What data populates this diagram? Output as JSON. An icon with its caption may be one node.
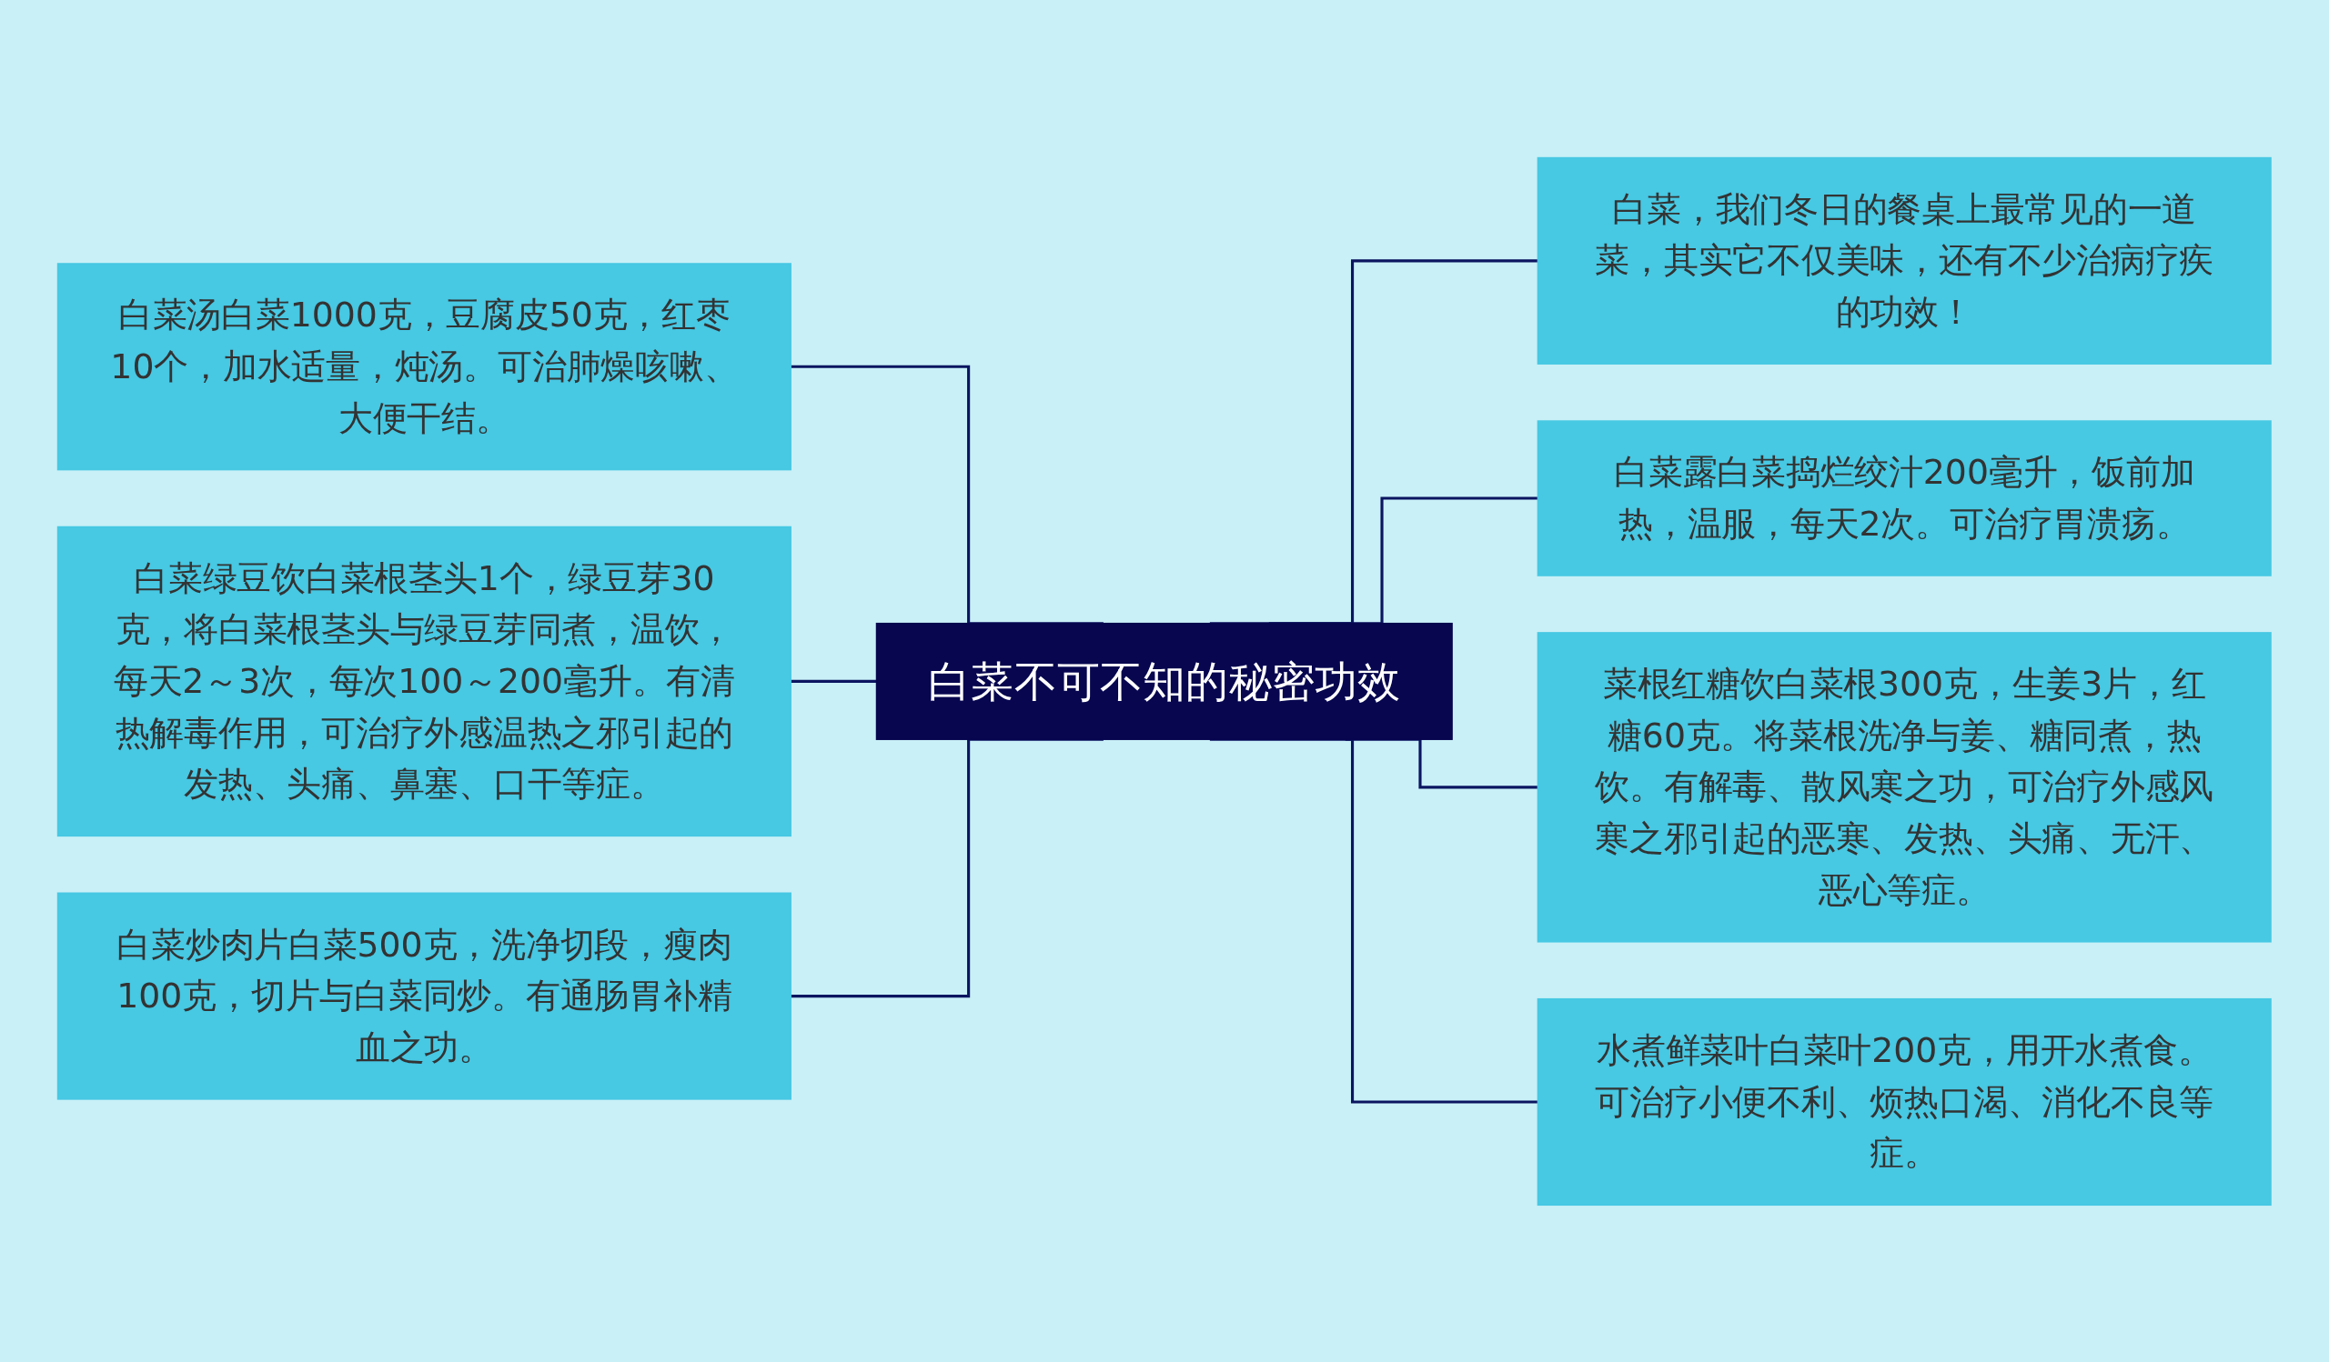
{
  "diagram": {
    "nodes": [
      {
        "text": [
          "白菜不可不知的秘密功效"
        ]
      },
      {
        "text": [
          "白菜汤白菜1000克，豆腐皮50克，红枣10个，加水适量，炖汤。可治肺燥咳嗽、大便干结。"
        ]
      },
      {
        "text": [
          "白菜绿豆饮白菜根茎头1个，绿豆芽30克，将白菜根茎头与绿豆芽同煮，温饮，每天2～3次，每次100～200毫升。有清热解毒作用，可治疗外感温热之邪引起的发热、头痛、鼻塞、口干等症。"
        ]
      },
      {
        "text": [
          "白菜炒肉片白菜500克，洗净切段，瘦肉100克，切片与白菜同炒。有通肠胃补精血之功。"
        ]
      },
      {
        "text": [
          "白菜，我们冬日的餐桌上最常见的一道菜，其实它不仅美味，还有不少治病疗疾的功效！"
        ]
      },
      {
        "text": [
          "白菜露白菜捣烂绞汁200毫升，饭前加热，温服，每天2次。可治疗胃溃疡。"
        ]
      },
      {
        "text": [
          "菜根红糖饮白菜根300克，生姜3片，红糖60克。将菜根洗净与姜、糖同煮，热饮。有解毒、散风寒之功，可治疗外感风寒之邪引起的恶寒、发热、头痛、无汗、恶心等症。"
        ]
      },
      {
        "text": [
          "水煮鲜菜叶白菜叶200克，用开水煮食。可治疗小便不利、烦热口渴、消化不良等症。"
        ]
      }
    ],
    "edges": [
      {
        "from": 1,
        "to": 0,
        "arrow": "none"
      },
      {
        "from": 2,
        "to": 0,
        "arrow": "none"
      },
      {
        "from": 3,
        "to": 0,
        "arrow": "none"
      },
      {
        "from": 0,
        "to": 4,
        "arrow": "none"
      },
      {
        "from": 0,
        "to": 5,
        "arrow": "none"
      },
      {
        "from": 0,
        "to": 6,
        "arrow": "none"
      },
      {
        "from": 0,
        "to": 7,
        "arrow": "none"
      }
    ]
  }
}
